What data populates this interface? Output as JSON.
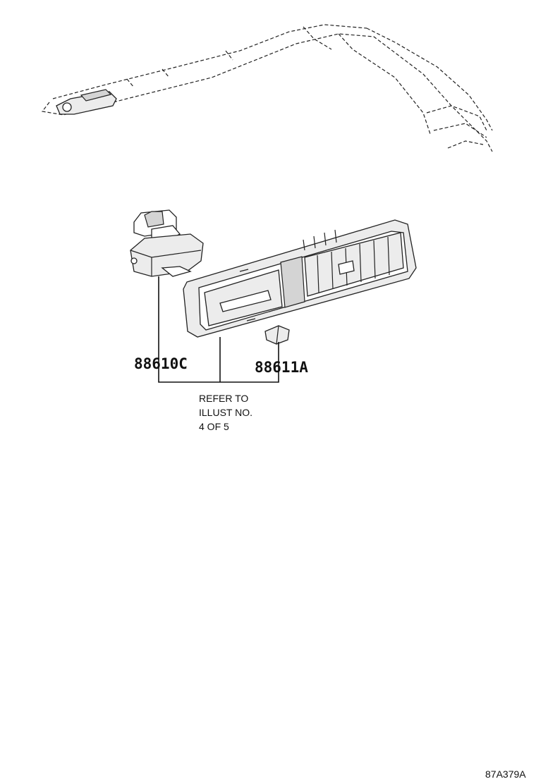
{
  "parts": [
    {
      "number": "88610C"
    },
    {
      "number": "88611A"
    }
  ],
  "note": {
    "lines": [
      "REFER TO",
      "ILLUST NO.",
      "4 OF 5"
    ]
  },
  "figure_id": "87A379A"
}
